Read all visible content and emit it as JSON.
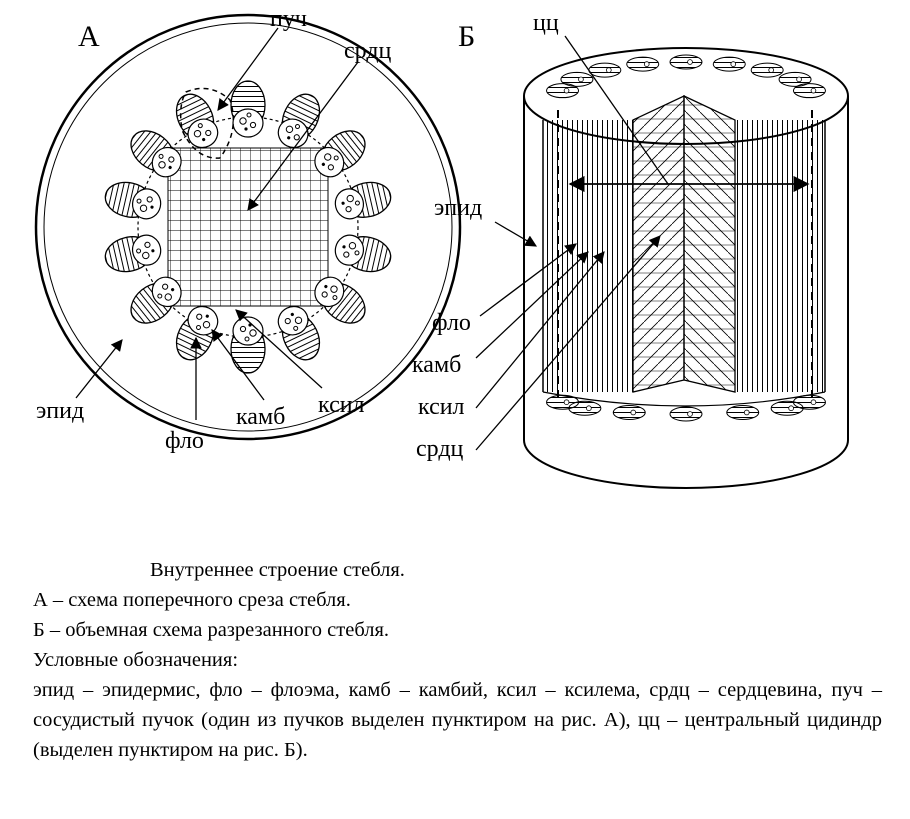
{
  "panel_a": {
    "letter": "А",
    "labels": {
      "puch": "пуч",
      "srdc": "срдц",
      "epid": "эпид",
      "flo": "фло",
      "kamb": "камб",
      "ksil": "ксил"
    }
  },
  "panel_b": {
    "letter": "Б",
    "labels": {
      "cc": "цц",
      "epid": "эпид",
      "flo": "фло",
      "kamb": "камб",
      "ksil": "ксил",
      "srdc": "срдц"
    }
  },
  "caption": {
    "title": "Внутреннее строение стебля.",
    "line_a": "А – схема поперечного среза стебля.",
    "line_b": "Б – объемная схема разрезанного стебля.",
    "legend_heading": "Условные обозначения:",
    "legend_text": "эпид – эпидермис, фло – флоэма, камб – камбий, ксил – ксилема, срдц – сердцевина, пуч – сосудистый пучок (один из пучков выделен пунктиром на рис. А), цц – центральный цидиндр (выделен пунктиром на рис. Б)."
  }
}
